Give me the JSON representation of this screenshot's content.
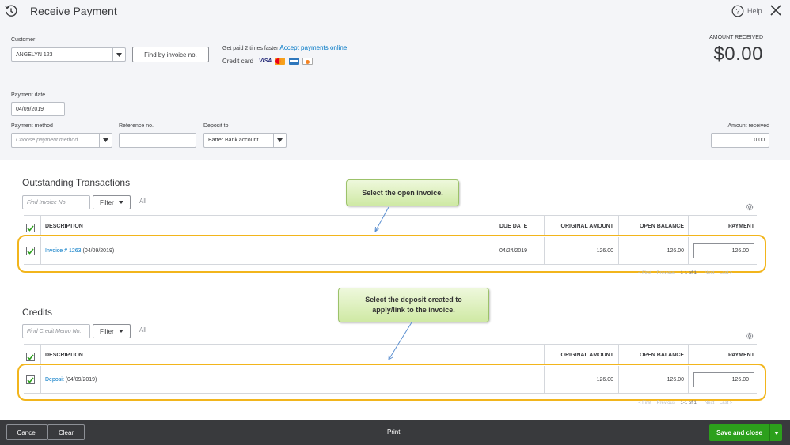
{
  "window": {
    "title": "Receive Payment",
    "help_label": "Help"
  },
  "customer": {
    "label": "Customer",
    "value": "ANGELYN 123",
    "find_button": "Find by invoice no."
  },
  "promo": {
    "text": "Get paid 2 times faster",
    "link": "Accept payments online",
    "credit_card_label": "Credit card",
    "visa": "VISA"
  },
  "amount_received_header": {
    "label": "AMOUNT RECEIVED",
    "value": "$0.00"
  },
  "payment_date": {
    "label": "Payment date",
    "value": "04/09/2019"
  },
  "payment_method": {
    "label": "Payment method",
    "placeholder": "Choose payment method"
  },
  "reference": {
    "label": "Reference no.",
    "value": ""
  },
  "deposit_to": {
    "label": "Deposit to",
    "value": "Barter Bank account"
  },
  "amount_received": {
    "label": "Amount received",
    "value": "0.00"
  },
  "outstanding": {
    "title": "Outstanding Transactions",
    "search_placeholder": "Find Invoice No.",
    "filter_label": "Filter",
    "all_label": "All",
    "columns": [
      "DESCRIPTION",
      "DUE DATE",
      "ORIGINAL AMOUNT",
      "OPEN BALANCE",
      "PAYMENT"
    ],
    "rows": [
      {
        "link": "Invoice # 1263",
        "date_suffix": "(04/09/2019)",
        "due_date": "04/24/2019",
        "original": "126.00",
        "open": "126.00",
        "payment": "126.00",
        "checked": true
      }
    ],
    "pager": {
      "first": "< First",
      "previous": "Previous",
      "current": "1-1 of 1",
      "next": "Next",
      "last": "Last >"
    }
  },
  "credits": {
    "title": "Credits",
    "search_placeholder": "Find Credit Memo No.",
    "filter_label": "Filter",
    "all_label": "All",
    "columns": [
      "DESCRIPTION",
      "ORIGINAL AMOUNT",
      "OPEN BALANCE",
      "PAYMENT"
    ],
    "rows": [
      {
        "link": "Deposit",
        "date_suffix": "(04/09/2019)",
        "original": "126.00",
        "open": "126.00",
        "payment": "126.00",
        "checked": true
      }
    ],
    "pager": {
      "first": "< First",
      "previous": "Previous",
      "current": "1-1 of 1",
      "next": "Next",
      "last": "Last >"
    }
  },
  "callouts": {
    "invoice": "Select the open invoice.",
    "deposit_line1": "Select the deposit created to",
    "deposit_line2": "apply/link to the invoice."
  },
  "footer": {
    "cancel": "Cancel",
    "clear": "Clear",
    "print": "Print",
    "save": "Save and close"
  },
  "colors": {
    "accent_green": "#2ca01c",
    "link_blue": "#0077c5",
    "highlight": "#f2b51c",
    "footer_bg": "#393a3d"
  }
}
